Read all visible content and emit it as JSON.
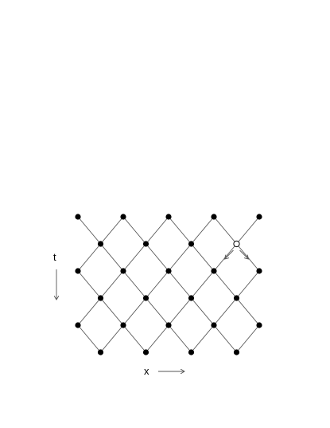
{
  "diagram": {
    "kind": "diamond-lattice",
    "rows": 6,
    "even_row_columns": 5,
    "odd_row_columns": 4,
    "open_node": {
      "row": 1,
      "col": 3
    },
    "colors": {
      "node": "#000000",
      "edge": "#555555",
      "open_node_fill": "#ffffff"
    }
  },
  "labels": {
    "t_axis": "t",
    "x_axis": "x"
  }
}
